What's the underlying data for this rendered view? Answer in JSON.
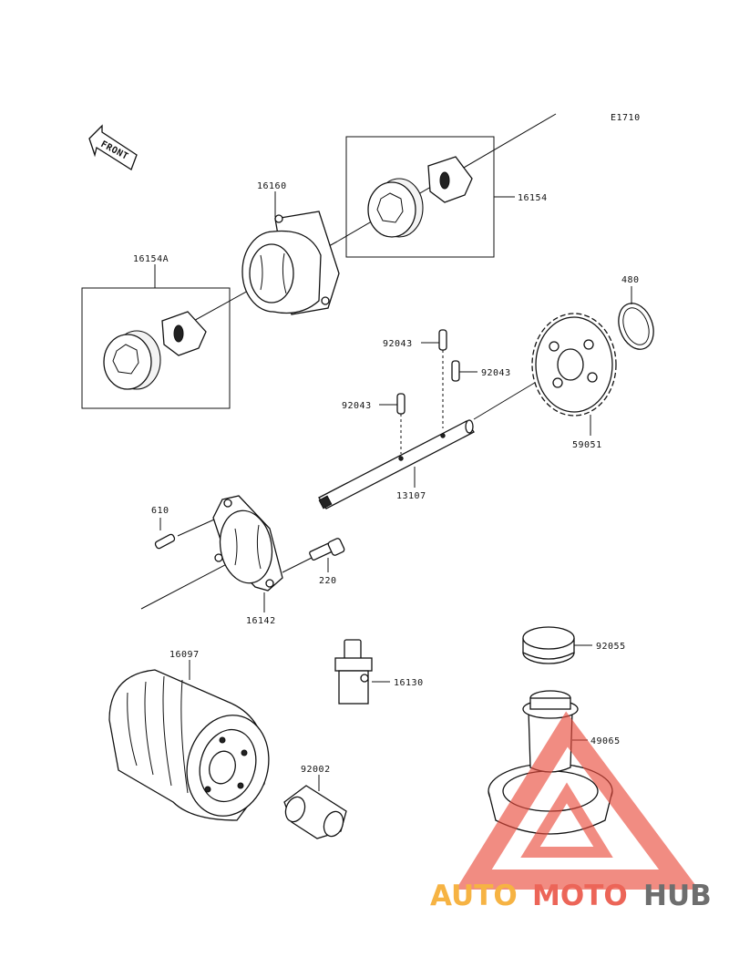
{
  "diagram": {
    "code": "E1710",
    "front_label": "FRONT",
    "parts": {
      "p16160": "16160",
      "p16154": "16154",
      "p16154A": "16154A",
      "p480": "480",
      "p92043a": "92043",
      "p92043b": "92043",
      "p92043c": "92043",
      "p59051": "59051",
      "p13107": "13107",
      "p610": "610",
      "p220": "220",
      "p16142": "16142",
      "p16097": "16097",
      "p16130": "16130",
      "p92055": "92055",
      "p49065": "49065",
      "p92002": "92002"
    }
  },
  "watermark": {
    "word1": "AUTO",
    "word2": "MOTO",
    "word3": "HUB",
    "colors": {
      "auto": "#f5a623",
      "moto": "#e94b3c",
      "hub": "#555555",
      "triangle": "#e94b3c"
    }
  }
}
